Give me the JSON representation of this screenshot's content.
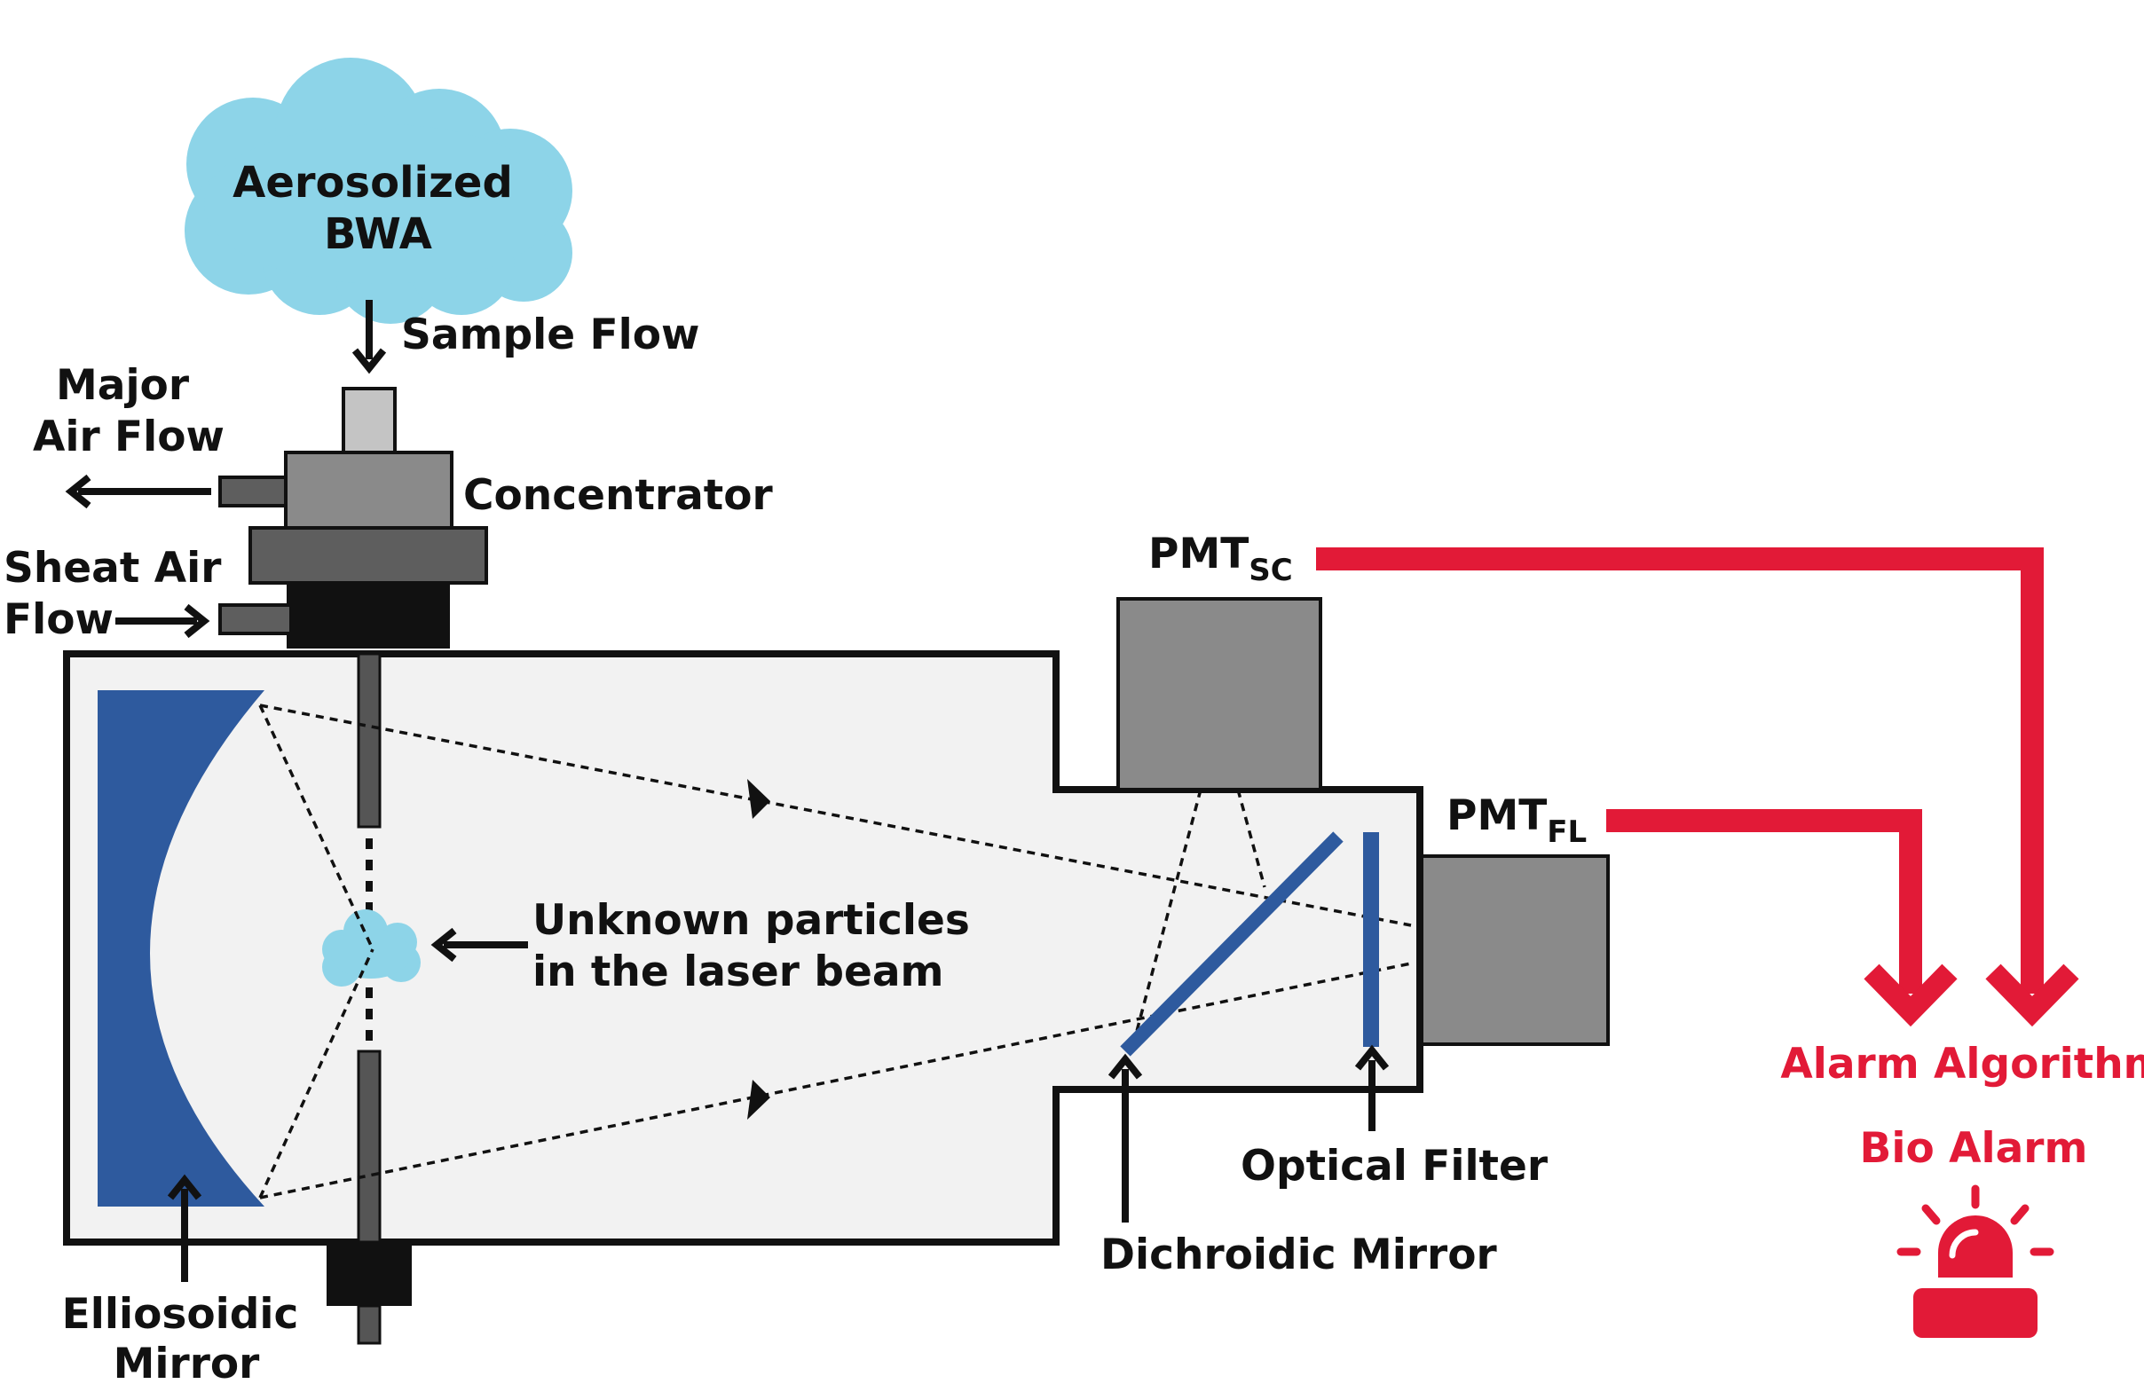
{
  "labels": {
    "cloud_line1": "Aerosolized",
    "cloud_line2": "BWA",
    "sample_flow": "Sample Flow",
    "major_air_flow_line1": "Major",
    "major_air_flow_line2": "Air Flow",
    "concentrator": "Concentrator",
    "sheat_air_line1": "Sheat Air",
    "sheat_air_line2": "Flow",
    "pmt_sc_main": "PMT",
    "pmt_sc_sub": "SC",
    "pmt_fl_main": "PMT",
    "pmt_fl_sub": "FL",
    "particles_line1": "Unknown particles",
    "particles_line2": "in the laser beam",
    "optical_filter": "Optical Filter",
    "dichroidic_mirror": "Dichroidic Mirror",
    "ellipsoidic_line1": "Elliosoidic",
    "ellipsoidic_line2": "Mirror",
    "alarm_algorithm": "Alarm Algorithm",
    "bio_alarm": "Bio Alarm"
  },
  "colors": {
    "cloud": "#8dd4e8",
    "mirror_blue": "#2e5a9e",
    "signal_red": "#e21a37",
    "chamber_fill": "#f2f2f2",
    "pmt_gray": "#8a8a8a"
  },
  "icons": {
    "alarm": "siren-icon"
  }
}
